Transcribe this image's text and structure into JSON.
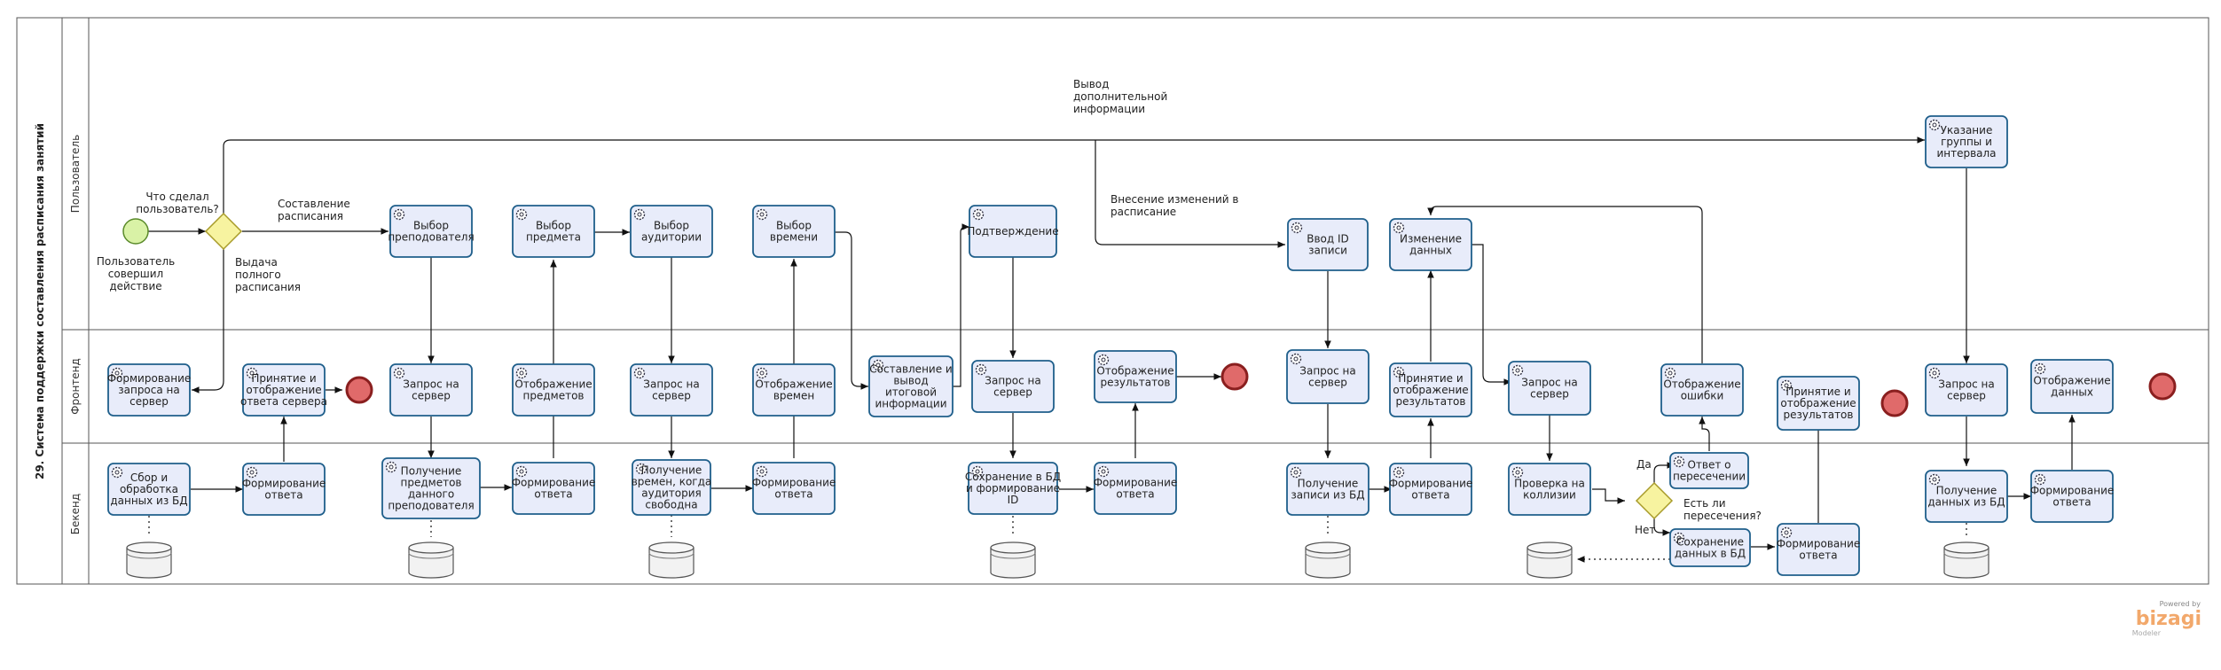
{
  "pool": {
    "title": "29. Система поддержки составления расписания занятий"
  },
  "lanes": {
    "user": "Пользователь",
    "frontend": "Фронтенд",
    "backend": "Бекенд"
  },
  "events": {
    "start_label": [
      "Пользователь",
      "совершил",
      "действие"
    ]
  },
  "gateways": {
    "main": {
      "question": [
        "Что сделал",
        "пользователь?"
      ]
    },
    "collision": {
      "question": [
        "Есть ли",
        "пересечения?"
      ],
      "yes": "Да",
      "no": "Нет"
    }
  },
  "flow_labels": {
    "compose": [
      "Составление",
      "расписания"
    ],
    "full_schedule": [
      "Выдача",
      "полного",
      "расписания"
    ],
    "changes": [
      "Внесение изменений в",
      "расписание"
    ],
    "extra_info": [
      "Вывод",
      "дополнительной",
      "информации"
    ]
  },
  "tasks": {
    "u_teacher": [
      "Выбор",
      "преподователя"
    ],
    "u_subject": [
      "Выбор",
      "предмета"
    ],
    "u_room": [
      "Выбор",
      "аудитории"
    ],
    "u_time": [
      "Выбор",
      "времени"
    ],
    "u_confirm": [
      "Подтверждение"
    ],
    "u_enter_id": [
      "Ввод ID",
      "записи"
    ],
    "u_change": [
      "Изменение",
      "данных"
    ],
    "u_group": [
      "Указание",
      "группы и",
      "интервала"
    ],
    "f_request1": [
      "Формирование",
      "запроса на",
      "сервер"
    ],
    "f_accept1": [
      "Принятие и",
      "отображение",
      "ответа сервера"
    ],
    "f_request2": [
      "Запрос на",
      "сервер"
    ],
    "f_show_subj": [
      "Отображение",
      "предметов"
    ],
    "f_request3": [
      "Запрос на",
      "сервер"
    ],
    "f_show_time": [
      "Отображение",
      "времен"
    ],
    "f_compose": [
      "Составление и",
      "вывод",
      "итоговой",
      "информации"
    ],
    "f_request4": [
      "Запрос на",
      "сервер"
    ],
    "f_show_res1": [
      "Отображение",
      "результатов"
    ],
    "f_request5": [
      "Запрос на",
      "сервер"
    ],
    "f_accept2": [
      "Принятие и",
      "отображение",
      "результатов"
    ],
    "f_request6": [
      "Запрос на",
      "сервер"
    ],
    "f_show_err": [
      "Отображение",
      "ошибки"
    ],
    "f_accept3": [
      "Принятие и",
      "отображение",
      "результатов"
    ],
    "f_request7": [
      "Запрос на",
      "сервер"
    ],
    "f_show_data": [
      "Отображение",
      "данных"
    ],
    "b_collect": [
      "Сбор и",
      "обработка",
      "данных из БД"
    ],
    "b_resp1": [
      "Формирование",
      "ответа"
    ],
    "b_get_subj": [
      "Получение",
      "предметов",
      "данного",
      "преподователя"
    ],
    "b_resp2": [
      "Формирование",
      "ответа"
    ],
    "b_get_time": [
      "Получение",
      "времен, когда",
      "аудитория",
      "свободна"
    ],
    "b_resp3": [
      "Формирование",
      "ответа"
    ],
    "b_save": [
      "Сохранение в БД",
      "и формирование",
      "ID"
    ],
    "b_resp4": [
      "Формирование",
      "ответа"
    ],
    "b_get_rec": [
      "Получение",
      "записи из БД"
    ],
    "b_resp5": [
      "Формирование",
      "ответа"
    ],
    "b_check": [
      "Проверка на",
      "коллизии"
    ],
    "b_overlap": [
      "Ответ о",
      "пересечении"
    ],
    "b_save2": [
      "Сохранение",
      "данных в БД"
    ],
    "b_resp6": [
      "Формирование",
      "ответа"
    ],
    "b_get_data": [
      "Получение",
      "данных из БД"
    ],
    "b_resp7": [
      "Формирование",
      "ответа"
    ]
  },
  "branding": {
    "powered": "Powered by",
    "brand": "bizagi",
    "product": "Modeler"
  },
  "colors": {
    "task_fill": "#e8ecfa",
    "task_stroke": "#1f5f8b",
    "start_fill": "#d9f2a6",
    "end_fill": "#e06a6a",
    "gateway_fill": "#f7f3a0",
    "brand": "#f2a86b"
  }
}
